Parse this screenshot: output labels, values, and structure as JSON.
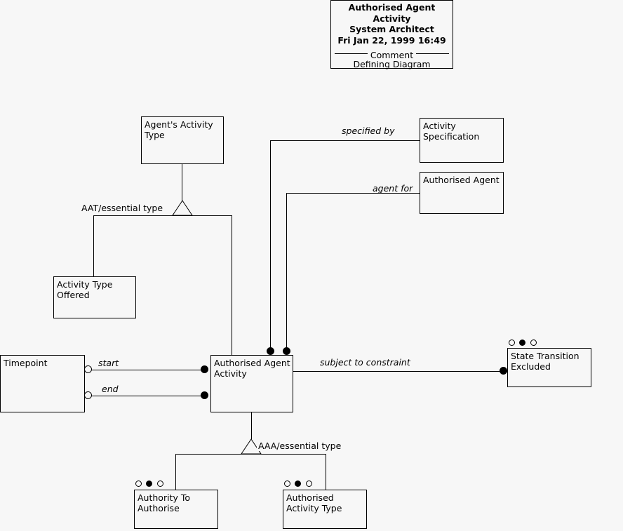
{
  "diagram": {
    "background_color": "#f7f7f7",
    "line_color": "#000000",
    "notation": "Defining Diagram (entity-relationship / subtype notation)"
  },
  "title_block": {
    "title_line1": "Authorised Agent Activity",
    "title_line2": "System Architect",
    "timestamp": "Fri Jan 22, 1999  16:49",
    "legend": "Comment",
    "comment": "Defining Diagram"
  },
  "entities": [
    {
      "id": "agents-activity-type",
      "label": "Agent's Activity\nType"
    },
    {
      "id": "activity-specification",
      "label": "Activity\nSpecification"
    },
    {
      "id": "authorised-agent",
      "label": "Authorised Agent"
    },
    {
      "id": "activity-type-offered",
      "label": "Activity Type\nOffered"
    },
    {
      "id": "timepoint",
      "label": "Timepoint"
    },
    {
      "id": "authorised-agent-activity",
      "label": "Authorised Agent\nActivity"
    },
    {
      "id": "state-transition-excluded",
      "label": "State Transition\nExcluded"
    },
    {
      "id": "authority-to-authorise",
      "label": "Authority To\nAuthorise"
    },
    {
      "id": "authorised-activity-type",
      "label": "Authorised\nActivity Type"
    }
  ],
  "relationship_labels": {
    "specified_by": "specified by",
    "agent_for": "agent for",
    "subject_to_constraint": "subject to constraint",
    "start": "start",
    "end": "end"
  },
  "subtype_labels": {
    "aat": "AAT/essential type",
    "aaa": "AAA/essential type"
  },
  "markers": {
    "filled_circle": "mandatory-role-dot",
    "hollow_circle": "optional-role-ring",
    "triangle": "subtype-discriminator-triangle"
  }
}
